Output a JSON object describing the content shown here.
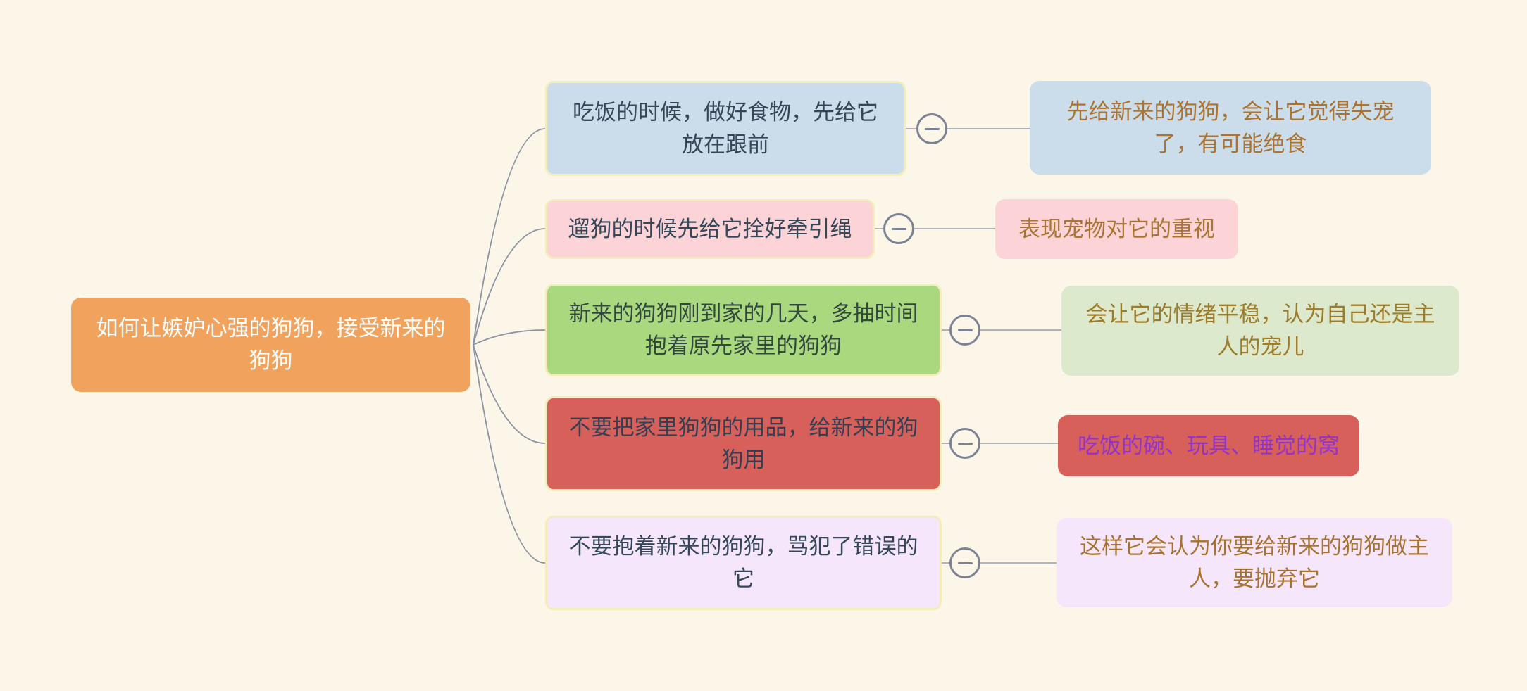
{
  "app": {
    "type": "mindmap",
    "background_color": "#fbf6e7",
    "connector_color": "#8b93a4",
    "branch_border_color": "#f2edbb",
    "collapse_button_color": "#7b8294"
  },
  "root": {
    "label": "如何让嫉妒心强的狗狗，接受新来的狗狗",
    "bg": "#f1a35d",
    "text_color": "#ffffff"
  },
  "branches": [
    {
      "label": "吃饭的时候，做好食物，先给它放在跟前",
      "bg": "#cbddeb",
      "text_color": "#35485a",
      "detail": {
        "label": "先给新来的狗狗，会让它觉得失宠了，有可能绝食",
        "bg": "#cbddeb",
        "text_color": "#ab7432"
      }
    },
    {
      "label": "遛狗的时候先给它拴好牵引绳",
      "bg": "#fcd4d7",
      "text_color": "#35485a",
      "detail": {
        "label": "表现宠物对它的重视",
        "bg": "#fcd4d7",
        "text_color": "#ab7432"
      }
    },
    {
      "label": "新来的狗狗刚到家的几天，多抽时间抱着原先家里的狗狗",
      "bg": "#a9d87e",
      "text_color": "#32493f",
      "detail": {
        "label": "会让它的情绪平稳，认为自己还是主人的宠儿",
        "bg": "#dde9cc",
        "text_color": "#9d7c2a"
      }
    },
    {
      "label": "不要把家里狗狗的用品，给新来的狗狗用",
      "bg": "#d7605a",
      "text_color": "#333f52",
      "detail": {
        "label": "吃饭的碗、玩具、睡觉的窝",
        "bg": "#d7605a",
        "text_color": "#9134cc"
      }
    },
    {
      "label": "不要抱着新来的狗狗，骂犯了错误的它",
      "bg": "#f6e6fb",
      "text_color": "#35485a",
      "detail": {
        "label": "这样它会认为你要给新来的狗狗做主人，要抛弃它",
        "bg": "#f6e6fb",
        "text_color": "#a6722f"
      }
    }
  ],
  "icons": {
    "collapse": "minus-circle"
  }
}
